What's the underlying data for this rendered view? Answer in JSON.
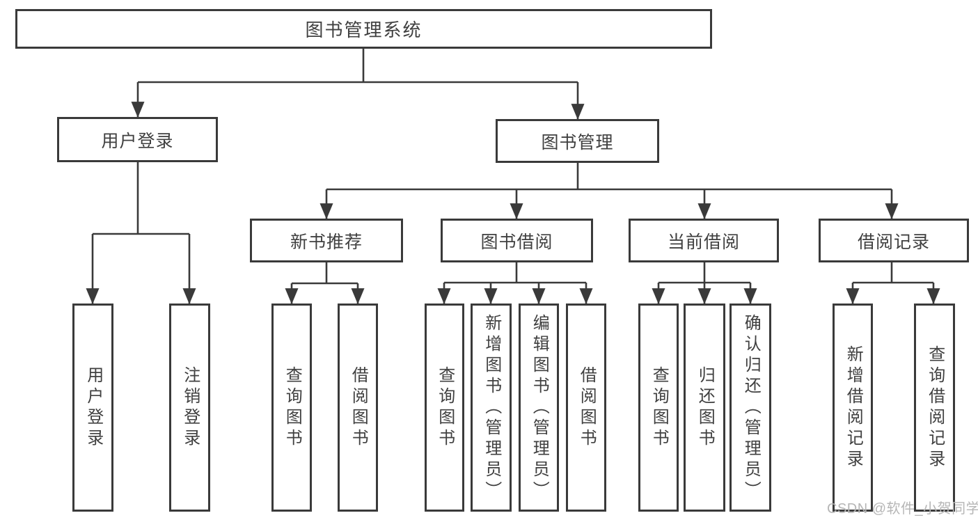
{
  "diagram": {
    "tree": {
      "label": "图书管理系统",
      "children": [
        {
          "label": "用户登录",
          "children": [
            {
              "label": "用户登录"
            },
            {
              "label": "注销登录"
            }
          ]
        },
        {
          "label": "图书管理",
          "children": [
            {
              "label": "新书推荐",
              "children": [
                {
                  "label": "查询图书"
                },
                {
                  "label": "借阅图书"
                }
              ]
            },
            {
              "label": "图书借阅",
              "children": [
                {
                  "label": "查询图书"
                },
                {
                  "label": "新增图书（管理员）"
                },
                {
                  "label": "编辑图书（管理员）"
                },
                {
                  "label": "借阅图书"
                }
              ]
            },
            {
              "label": "当前借阅",
              "children": [
                {
                  "label": "查询图书"
                },
                {
                  "label": "归还图书"
                },
                {
                  "label": "确认归还（管理员）"
                }
              ]
            },
            {
              "label": "借阅记录",
              "children": [
                {
                  "label": "新增借阅记录"
                },
                {
                  "label": "查询借阅记录"
                }
              ]
            }
          ]
        }
      ]
    },
    "colors": {
      "line": "#3a3a3a",
      "text": "#404040",
      "background": "#ffffff",
      "watermark_color": "#b6b6b6"
    },
    "watermark": "CSDN @软件_小贺同学"
  }
}
